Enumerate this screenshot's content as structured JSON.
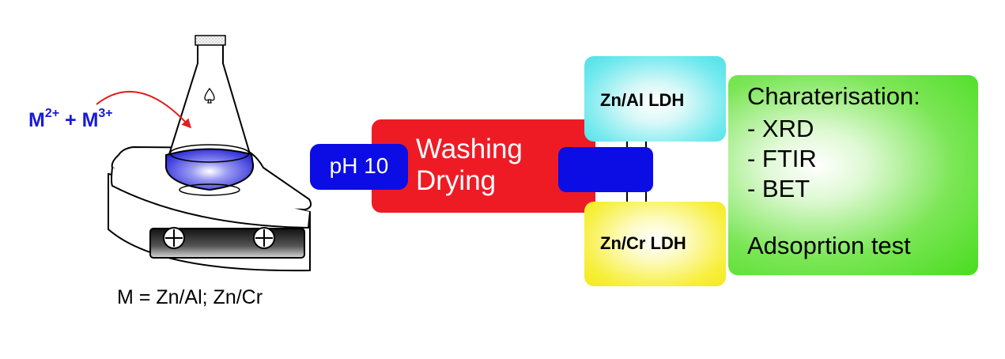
{
  "reaction": {
    "m2": "M",
    "m2_charge": "2+",
    "plus": " + ",
    "m3": "M",
    "m3_charge": "3+"
  },
  "metal_caption": "M = Zn/Al; Zn/Cr",
  "process": {
    "ph_label": "pH 10",
    "washing": "Washing",
    "drying": "Drying"
  },
  "products": {
    "top": "Zn/Al LDH",
    "bottom": "Zn/Cr LDH"
  },
  "characterisation": {
    "title": "Charaterisation:",
    "items": [
      "- XRD",
      "- FTIR",
      "- BET"
    ],
    "footer": "Adsoprtion test"
  },
  "colors": {
    "process_box": "#ee1b25",
    "ph_box": "#0c0ce5",
    "reagent_text": "#1a1ad6",
    "arrow": "#e01f1f",
    "solution": "#3a3ae0",
    "product_top": "#6ee9ee",
    "product_bottom": "#f7ef3c",
    "characterisation_box": "#49dc1f"
  },
  "icons": [
    "stirrer-hotplate-icon",
    "erlenmeyer-flask-icon",
    "curved-arrow-icon",
    "double-arrow-icon"
  ]
}
